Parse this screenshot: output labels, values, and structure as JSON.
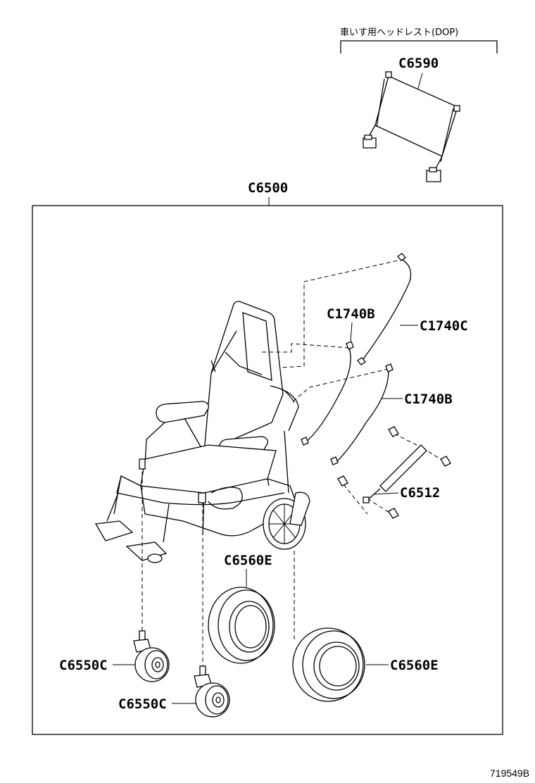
{
  "labels": {
    "headrest_note": "車いす用ヘッドレスト(DOP)",
    "headrest": "C6590",
    "assembly": "C6500",
    "cable_b_upper": "C1740B",
    "cable_c": "C1740C",
    "cable_b_lower": "C1740B",
    "gas_spring": "C6512",
    "rear_wheel_upper": "C6560E",
    "rear_wheel_lower": "C6560E",
    "caster_left": "C6550C",
    "caster_right": "C6550C",
    "drawing_number": "719549B"
  }
}
